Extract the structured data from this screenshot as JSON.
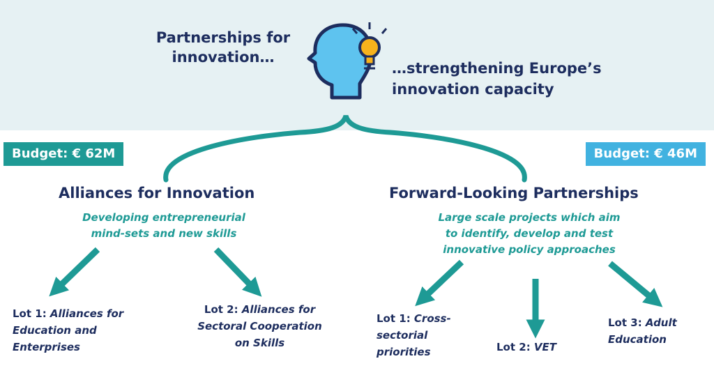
{
  "header": {
    "left_text": "Partnerships for innovation…",
    "right_text": "…strengthening Europe’s innovation capacity"
  },
  "budgets": {
    "left": "Budget: € 62M",
    "right": "Budget: € 46M"
  },
  "left_branch": {
    "title": "Alliances for Innovation",
    "subtitle": "Developing entrepreneurial mind-sets and new skills",
    "lots": [
      {
        "prefix": "Lot 1: ",
        "name": "Alliances for Education and Enterprises"
      },
      {
        "prefix": "Lot 2: ",
        "name": "Alliances for Sectoral Cooperation on Skills"
      }
    ]
  },
  "right_branch": {
    "title": "Forward-Looking Partnerships",
    "subtitle": "Large scale projects which aim to identify, develop and test innovative policy approaches",
    "lots": [
      {
        "prefix": "Lot 1: ",
        "name": "Cross-sectorial priorities"
      },
      {
        "prefix": "Lot 2: ",
        "name": "VET"
      },
      {
        "prefix": "Lot 3: ",
        "name": "Adult Education"
      }
    ]
  },
  "colors": {
    "navy": "#1d2d5e",
    "teal": "#1e9a95",
    "light_blue": "#41b2e0",
    "band": "#e6f1f3",
    "bulb": "#f7b21c"
  },
  "icons": [
    "head-icon",
    "lightbulb-icon"
  ]
}
